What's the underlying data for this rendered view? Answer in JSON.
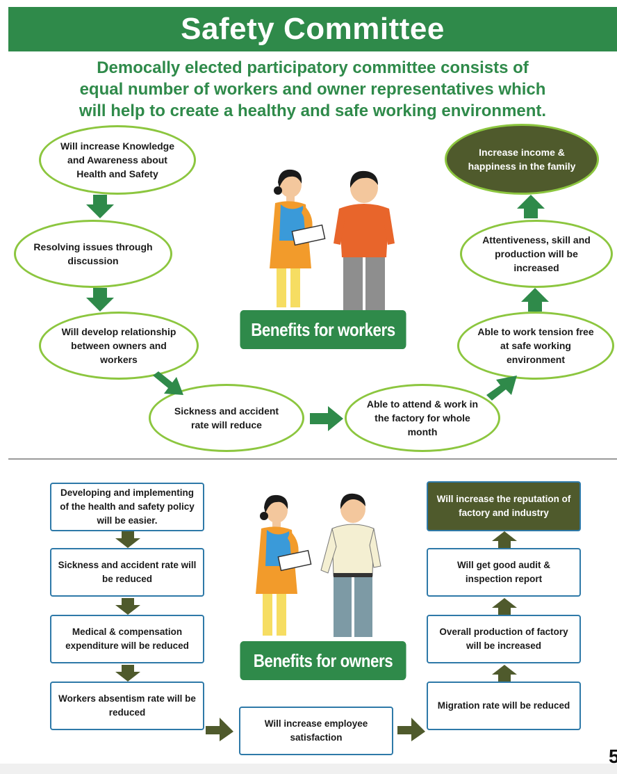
{
  "header": {
    "title": "Safety Committee"
  },
  "subtitle": {
    "lines": [
      "Democally elected participatory committee consists of",
      "equal number of workers and owner representatives which",
      "will help to create a healthy and safe working environment."
    ]
  },
  "workers_section": {
    "banner": "Benefits for workers",
    "left_chain": [
      "Will increase Knowledge and Awareness about Health and Safety",
      "Resolving issues through discussion",
      "Will develop relationship between owners and workers"
    ],
    "bottom_chain": [
      "Sickness and accident rate will reduce",
      "Able to attend & work in the factory for whole month"
    ],
    "right_chain": [
      "Able to work tension free at safe working environment",
      "Attentiveness, skill and production will be increased",
      "Increase income & happiness in the family"
    ]
  },
  "owners_section": {
    "banner": "Benefits for owners",
    "left_chain": [
      "Developing and implementing of the health and safety policy will be easier.",
      "Sickness and accident rate will be reduced",
      "Medical & compensation expenditure will be reduced",
      "Workers absentism rate will be reduced"
    ],
    "bottom_center": "Will increase employee satisfaction",
    "right_chain": [
      "Migration rate will be reduced",
      "Overall production of factory will be increased",
      "Will get good audit & inspection report",
      "Will increase the reputation of factory and industry"
    ]
  },
  "page_number": "5",
  "colors": {
    "primary_green": "#2f8a4a",
    "light_green_border": "#8cc63f",
    "olive_dark": "#4f5a2c",
    "blue_border": "#2e79a8"
  }
}
